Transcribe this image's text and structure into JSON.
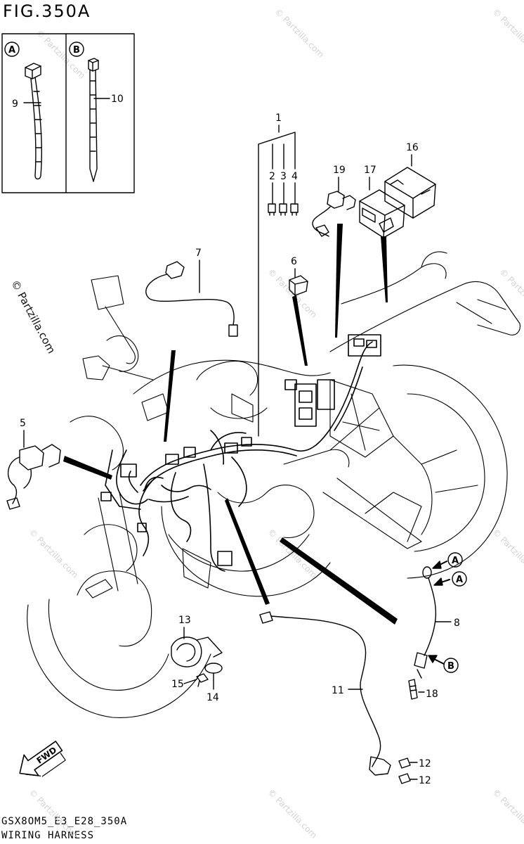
{
  "figure": {
    "title": "FIG.350A",
    "code": "GSX8OM5_E3_E28_350A",
    "name": "WIRING HARNESS"
  },
  "watermark": {
    "text": "© Partzilla.com",
    "side_text": "© Partzilla.com"
  },
  "inset": {
    "panel_a_letter": "A",
    "panel_b_letter": "B",
    "panel_a_part": "9",
    "panel_b_part": "10"
  },
  "callouts": {
    "p1": "1",
    "p2": "2",
    "p3": "3",
    "p4": "4",
    "p5": "5",
    "p6": "6",
    "p7": "7",
    "p8": "8",
    "p11": "11",
    "p12a": "12",
    "p12b": "12",
    "p13": "13",
    "p14": "14",
    "p15": "15",
    "p16": "16",
    "p17": "17",
    "p18": "18",
    "p19": "19"
  },
  "references": {
    "ref_a1": "A",
    "ref_a2": "A",
    "ref_b": "B"
  },
  "direction": {
    "label": "FWD",
    "icon": "forward-arrow-icon"
  },
  "colors": {
    "line": "#000000",
    "watermark": "#d4d4d4",
    "background": "#ffffff"
  }
}
